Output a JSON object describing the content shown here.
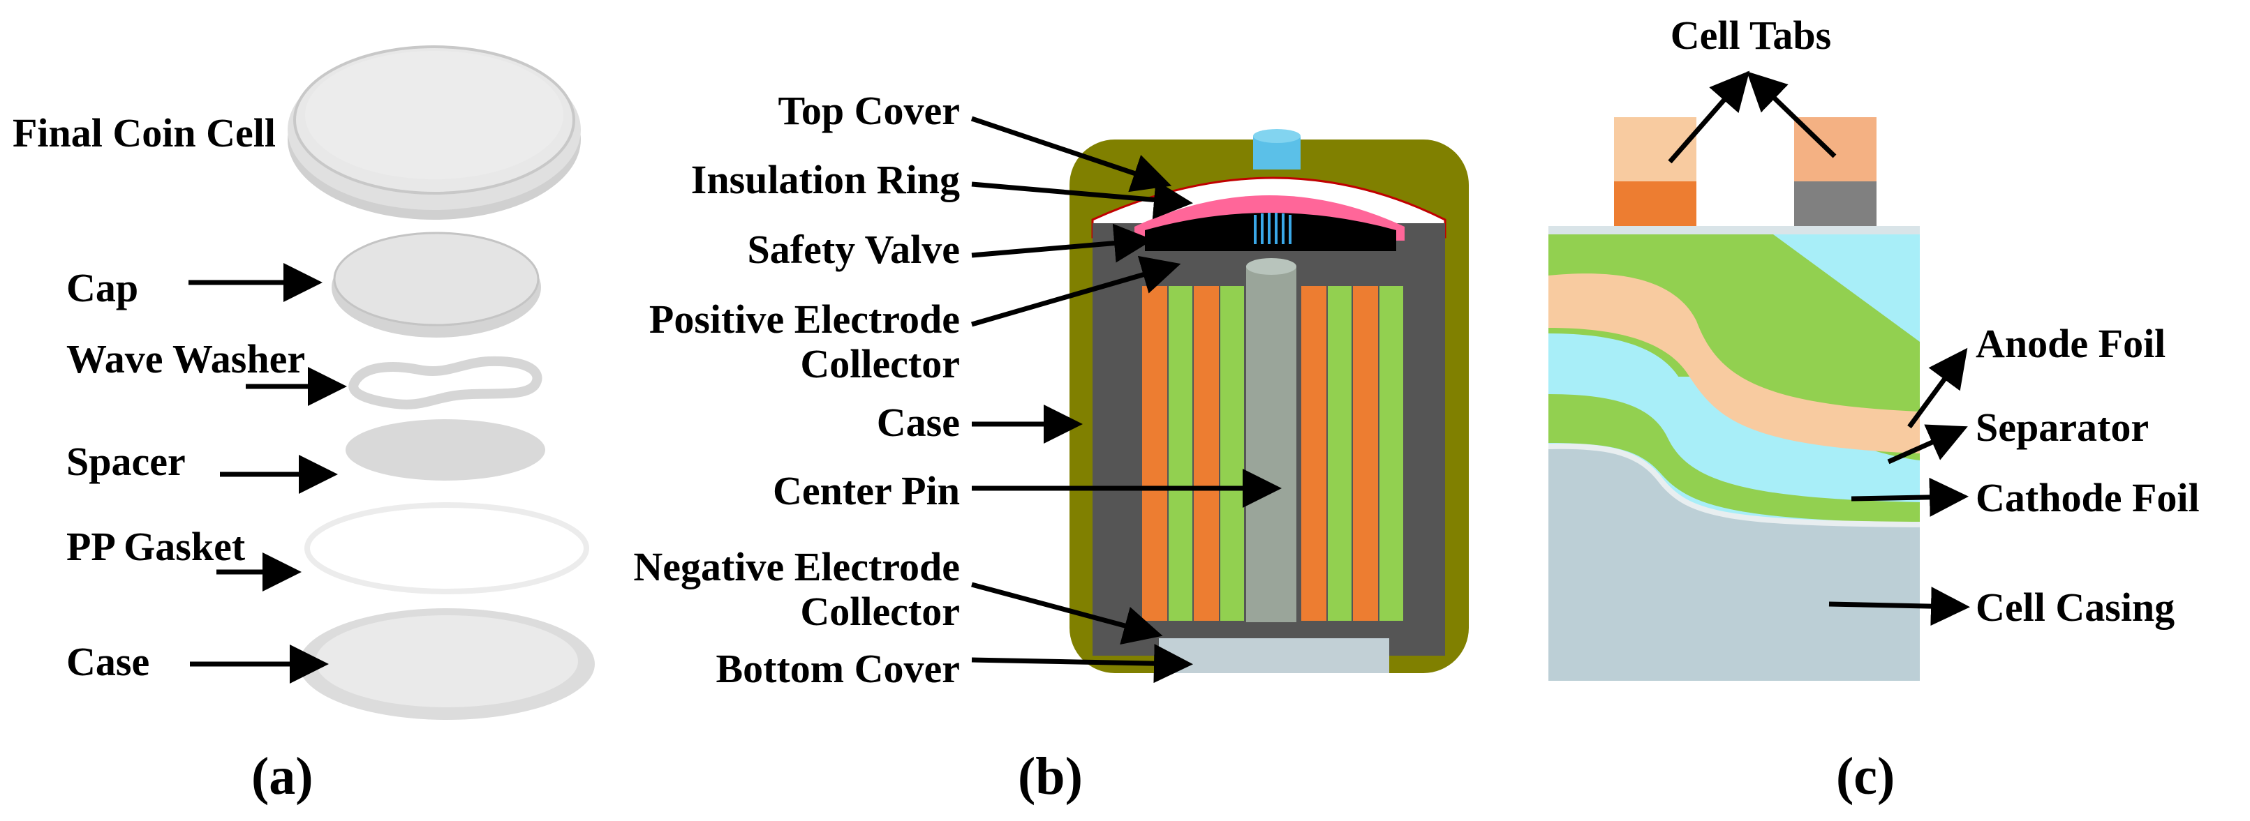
{
  "coin_cell": {
    "final_label": "Final Coin Cell",
    "parts": [
      {
        "label": "Cap"
      },
      {
        "label": "Wave Washer"
      },
      {
        "label": "Spacer"
      },
      {
        "label": "PP Gasket"
      },
      {
        "label": "Case"
      }
    ],
    "panel_label": "(a)"
  },
  "cylindrical_cell": {
    "labels": [
      {
        "text": "Top Cover"
      },
      {
        "text": "Insulation Ring"
      },
      {
        "text": "Safety Valve"
      },
      {
        "text": "Positive Electrode",
        "text2": "Collector"
      },
      {
        "text": "Case"
      },
      {
        "text": "Center Pin"
      },
      {
        "text": "Negative Electrode",
        "text2": "Collector"
      },
      {
        "text": "Bottom Cover"
      }
    ],
    "panel_label": "(b)"
  },
  "pouch_cell": {
    "tabs_label": "Cell Tabs",
    "labels": [
      {
        "text": "Anode Foil"
      },
      {
        "text": "Separator"
      },
      {
        "text": "Cathode Foil"
      },
      {
        "text": "Cell Casing"
      }
    ],
    "panel_label": "(c)"
  },
  "colors": {
    "olive_casing": "#808000",
    "dark_gray": "#555555",
    "orange": "#ED7D31",
    "green": "#92D050",
    "pink": "#FF6699",
    "light_blue": "#A8EEF8",
    "peach": "#F8CBA0",
    "slate": "#BCCFD6"
  }
}
